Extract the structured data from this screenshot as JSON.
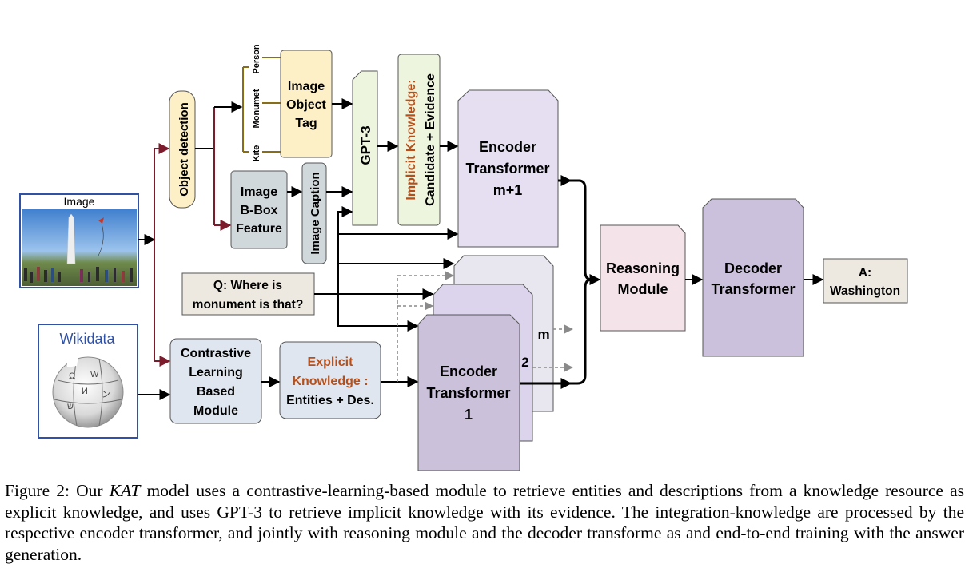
{
  "figure": {
    "image_box": {
      "label": "Image"
    },
    "wikidata_box": {
      "label": "Wikidata"
    },
    "object_detection": "Object detection",
    "tags": [
      "Person",
      "Monumet",
      "Kite"
    ],
    "image_object_tag": [
      "Image",
      "Object",
      "Tag"
    ],
    "bbox_feature": [
      "Image",
      "B-Box",
      "Feature"
    ],
    "image_caption": "Image Caption",
    "gpt3": "GPT-3",
    "implicit_knowledge": {
      "title": "Implicit Knowledge:",
      "body": "Candidate + Evidence"
    },
    "encoder_top": [
      "Encoder",
      "Transformer",
      "m+1"
    ],
    "question": [
      "Q: Where is",
      "monument is that?"
    ],
    "contrastive": [
      "Contrastive",
      "Learning",
      "Based",
      "Module"
    ],
    "explicit_knowledge": {
      "title": [
        "Explicit",
        "Knowledge :"
      ],
      "body": "Entities + Des."
    },
    "encoder_bottom": [
      "Encoder",
      "Transformer",
      "1"
    ],
    "stack_labels": [
      "m",
      "2"
    ],
    "reasoning": [
      "Reasoning",
      "Module"
    ],
    "decoder": [
      "Decoder",
      "Transformer"
    ],
    "answer": [
      "A:",
      "Washington"
    ],
    "colors": {
      "object_detection": "#fdf0c6",
      "image_object_tag": "#fdf0c6",
      "gray_box": "#d1d8dc",
      "gpt3": "#eef5de",
      "implicit_text": "#b5501c",
      "encoder": "#e5dff1",
      "encoder_stack": "#dcd3ec",
      "encoder_front": "#cbc1db",
      "reasoning": "#f4e4e9",
      "decoder": "#cbc1dc",
      "question": "#ede9e1",
      "answer": "#ede9e1",
      "contrastive": "#dfe6ef",
      "tag_lines": "#8a6e17",
      "frame_blue": "#3152a4"
    }
  },
  "caption": {
    "prefix": "Figure 2: Our ",
    "model": "KAT",
    "text": " model uses a contrastive-learning-based module to retrieve entities and descriptions from a knowledge resource as explicit knowledge, and uses GPT-3 to retrieve implicit knowledge with its evidence. The integration-knowledge are processed by the respective encoder transformer, and jointly with reasoning module and the decoder transforme as and end-to-end training with the answer generation."
  }
}
